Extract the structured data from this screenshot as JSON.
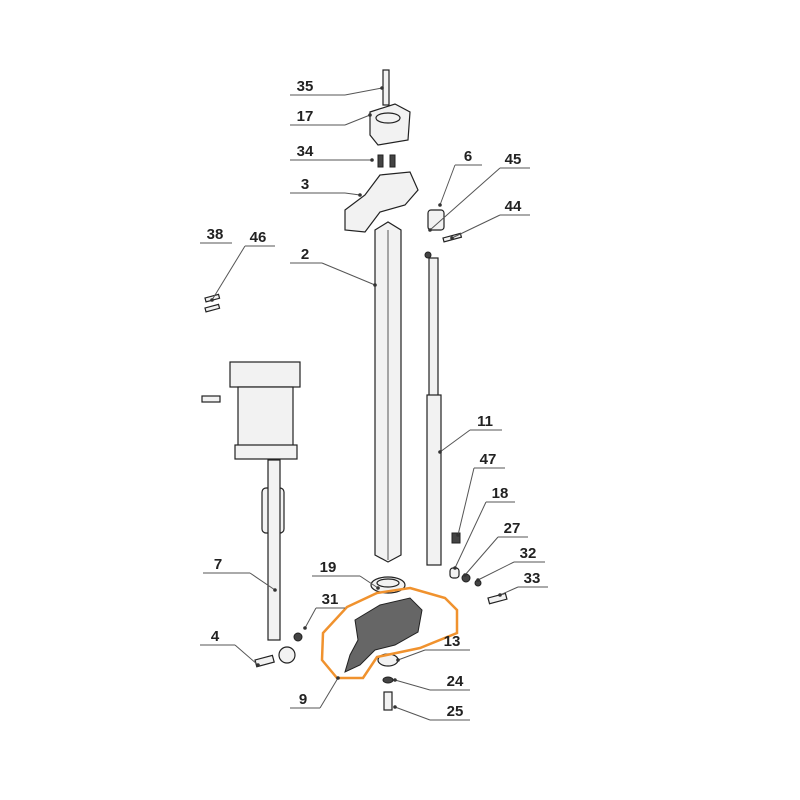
{
  "diagram": {
    "labels": [
      "35",
      "17",
      "34",
      "3",
      "6",
      "45",
      "44",
      "38",
      "46",
      "2",
      "11",
      "47",
      "18",
      "27",
      "32",
      "33",
      "7",
      "19",
      "31",
      "4",
      "13",
      "9",
      "24",
      "25"
    ],
    "highlight_color": "#f0922e",
    "highlighted_part": "9"
  }
}
